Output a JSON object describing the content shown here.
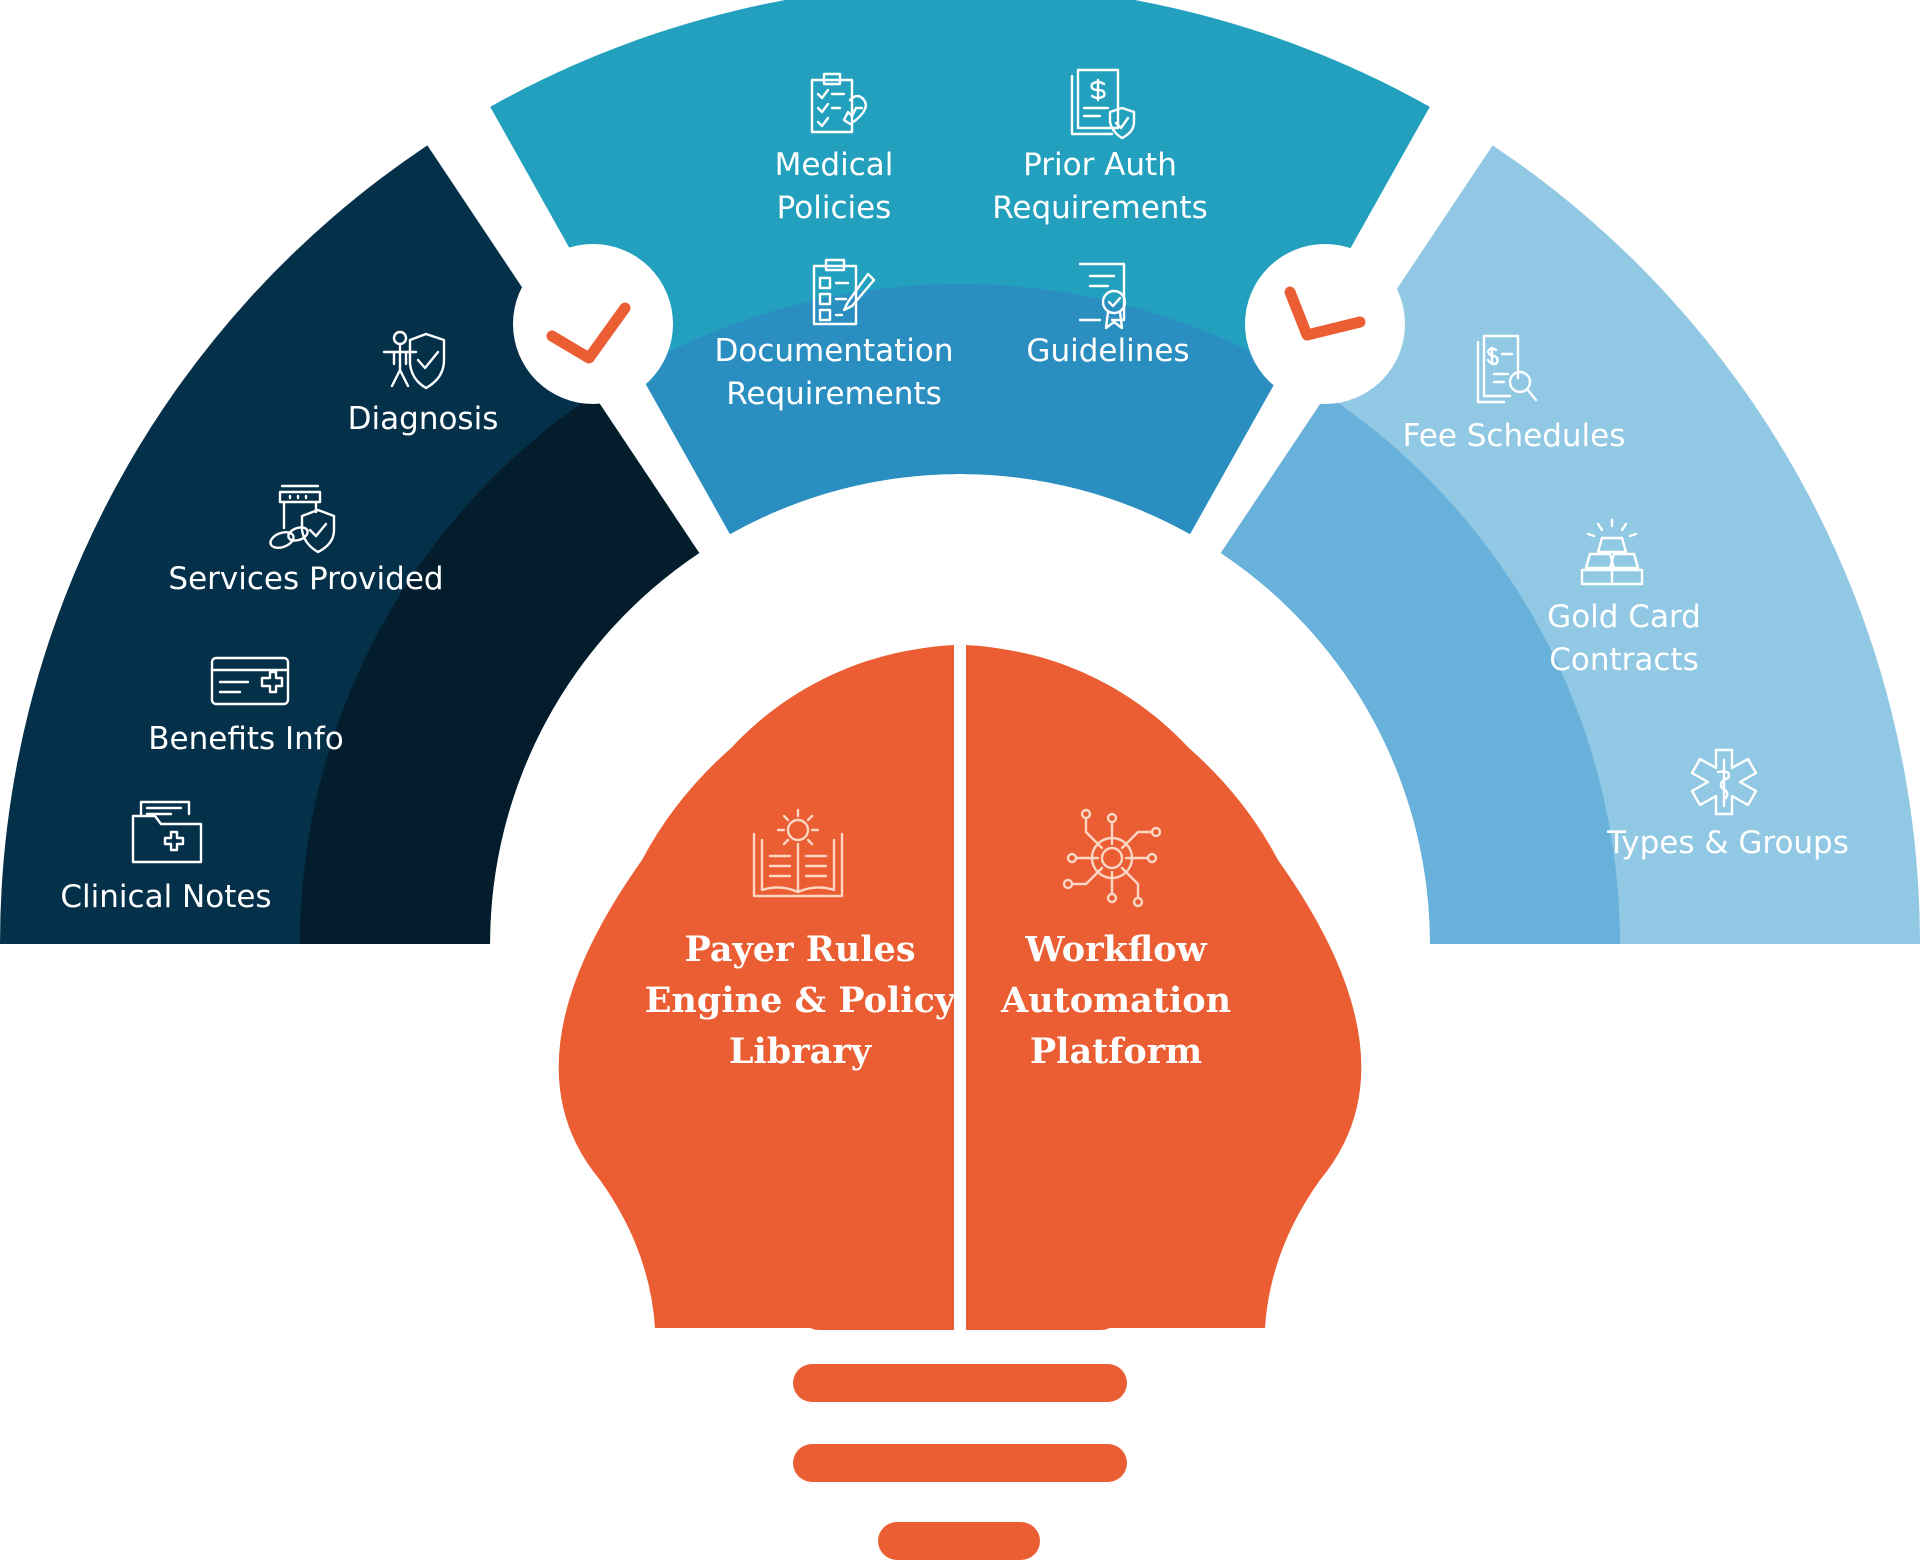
{
  "colors": {
    "patient_dark": "#05304a",
    "patient_inner": "#031d2c",
    "payer": "#22a0be",
    "payer_inner": "#2a8ec1",
    "provider": "#91c8e4",
    "provider_inner": "#68b1da",
    "bulb": "#eb5e33",
    "check": "#eb5e33"
  },
  "segments": {
    "patient": {
      "title": "PATIENT",
      "items": [
        {
          "label": "Diagnosis",
          "icon": "person-shield-icon"
        },
        {
          "label": "Services Provided",
          "icon": "pills-shield-icon"
        },
        {
          "label": "Benefits Info",
          "icon": "medical-card-icon"
        },
        {
          "label": "Clinical Notes",
          "icon": "medical-folder-icon"
        }
      ]
    },
    "payer": {
      "title": "PAYER",
      "items": [
        {
          "label_1": "Medical",
          "label_2": "Policies",
          "icon": "clipboard-heartbeat-icon"
        },
        {
          "label_1": "Prior Auth",
          "label_2": "Requirements",
          "icon": "document-dollar-shield-icon"
        },
        {
          "label_1": "Documentation",
          "label_2": "Requirements",
          "icon": "clipboard-pen-icon"
        },
        {
          "label_1": "Guidelines",
          "icon": "certificate-icon"
        }
      ]
    },
    "provider": {
      "title": "PROVIDER",
      "items": [
        {
          "label_1": "Fee Schedules",
          "icon": "document-search-icon"
        },
        {
          "label_1": "Gold Card",
          "label_2": "Contracts",
          "icon": "gold-bars-icon"
        },
        {
          "label_1": "Types & Groups",
          "icon": "medical-star-icon"
        }
      ]
    }
  },
  "bulb": {
    "left": {
      "line_1": "Payer Rules",
      "line_2": "Engine & Policy",
      "line_3": "Library",
      "icon": "book-gear-icon"
    },
    "right": {
      "line_1": "Workflow",
      "line_2": "Automation",
      "line_3": "Platform",
      "icon": "gear-circuit-icon"
    }
  }
}
